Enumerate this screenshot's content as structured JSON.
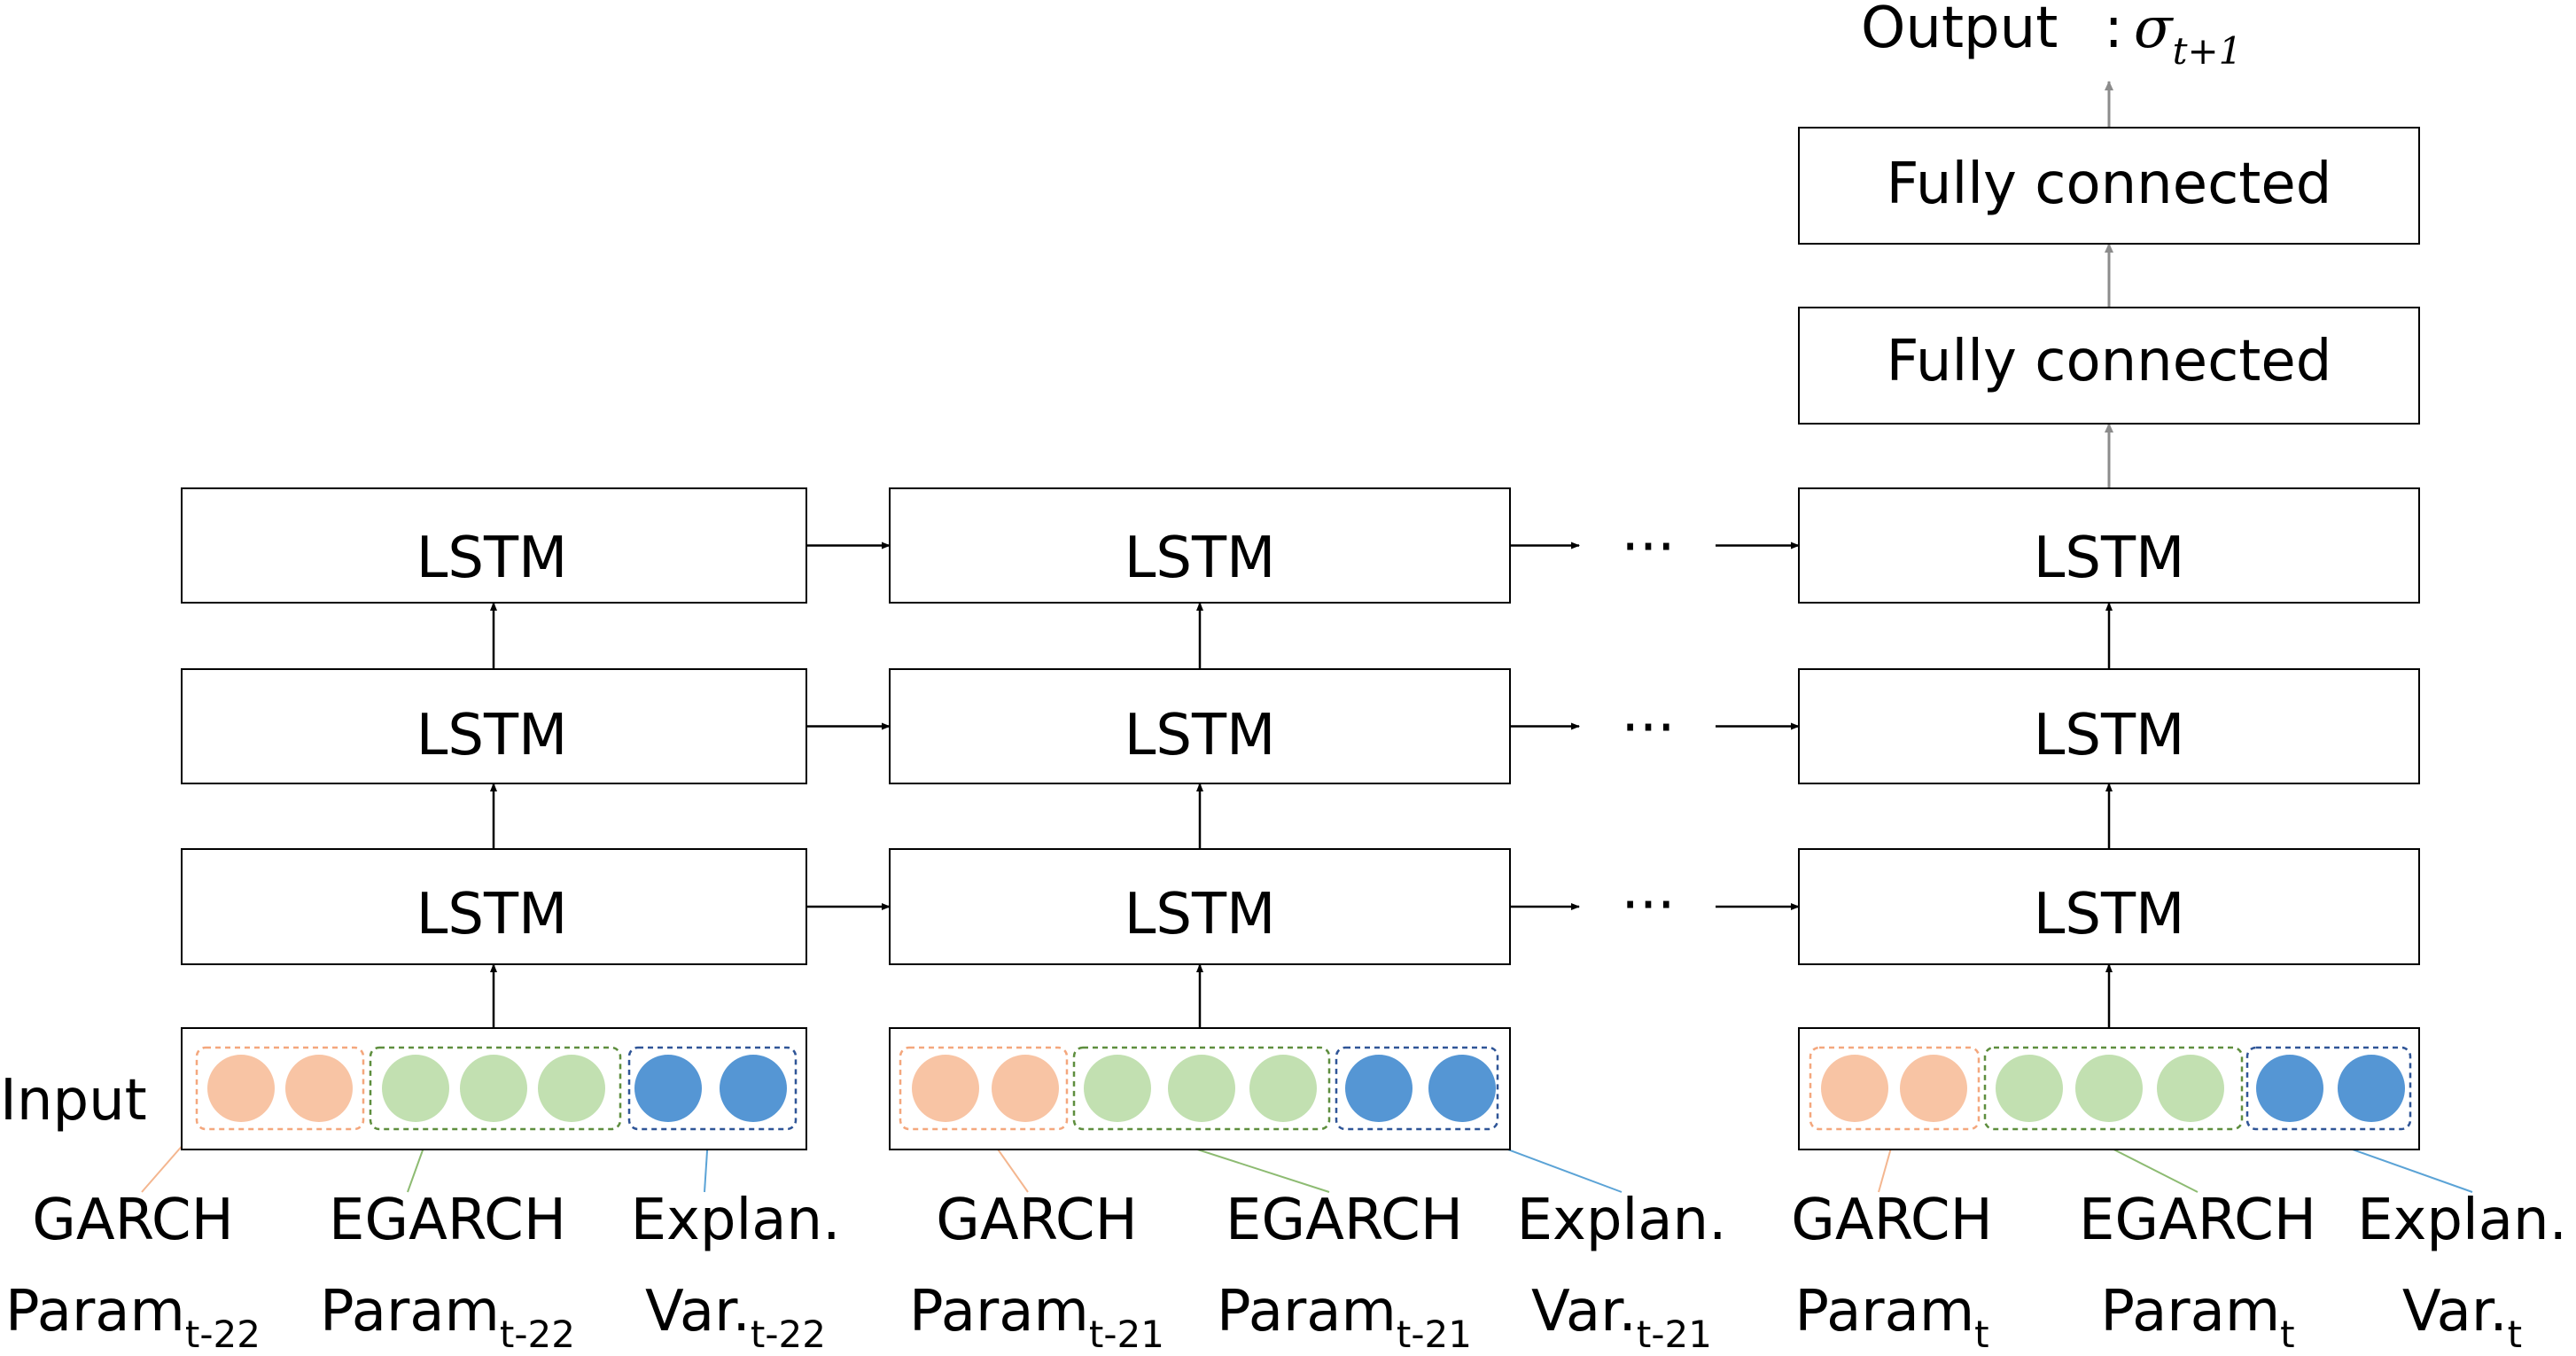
{
  "output": {
    "label": "Output",
    "separator": ":",
    "sigma": "σ",
    "subscript": "t+1"
  },
  "fully_connected": [
    "Fully connected",
    "Fully connected"
  ],
  "lstm_label": "LSTM",
  "ellipsis": "···",
  "input_label": "Input",
  "columns": [
    {
      "garch": {
        "title": "GARCH",
        "base": "Param",
        "sub": "t-22"
      },
      "egarch": {
        "title": "EGARCH",
        "base": "Param",
        "sub": "t-22"
      },
      "explan": {
        "title": "Explan.",
        "base": "Var.",
        "sub": "t-22"
      }
    },
    {
      "garch": {
        "title": "GARCH",
        "base": "Param",
        "sub": "t-21"
      },
      "egarch": {
        "title": "EGARCH",
        "base": "Param",
        "sub": "t-21"
      },
      "explan": {
        "title": "Explan.",
        "base": "Var.",
        "sub": "t-21"
      }
    },
    {
      "garch": {
        "title": "GARCH",
        "base": "Param",
        "sub": "t"
      },
      "egarch": {
        "title": "EGARCH",
        "base": "Param",
        "sub": "t"
      },
      "explan": {
        "title": "Explan.",
        "base": "Var.",
        "sub": "t"
      }
    }
  ],
  "colors": {
    "garch_fill": "#F8C4A4",
    "garch_border": "#F4A77D",
    "egarch_fill": "#C2E0B1",
    "egarch_border": "#5E8E3E",
    "explan_fill": "#5596D4",
    "explan_border": "#2F5597",
    "explan_line": "#5BA3D6"
  }
}
